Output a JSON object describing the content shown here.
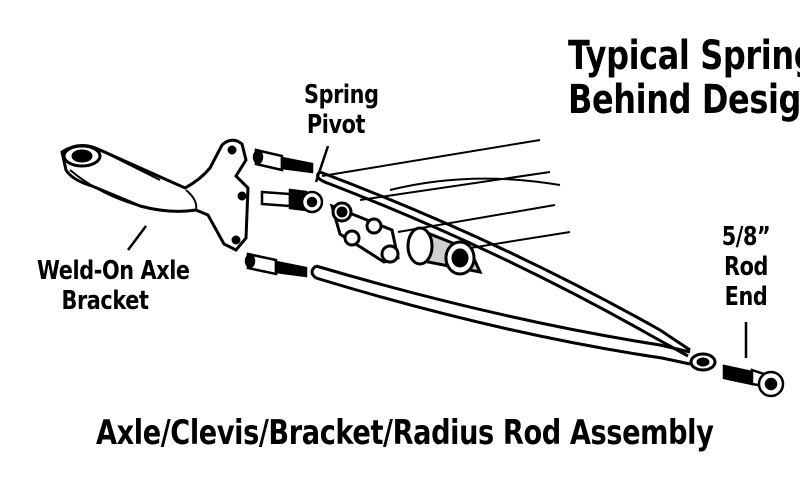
{
  "labels": {
    "design_line1": "Typical Spring",
    "design_line2": "Behind Design",
    "pivot_line1": "Spring",
    "pivot_line2": "Pivot",
    "bracket_line1": "Weld-On Axle",
    "bracket_line2": "Bracket",
    "rodend_line1": "5/8”",
    "rodend_line2": "Rod",
    "rodend_line3": "End",
    "assembly_title": "Axle/Clevis/Bracket/Radius Rod Assembly"
  },
  "colors": {
    "ink": "#000000",
    "paper": "#ffffff",
    "shade": "#cfcfcf"
  }
}
